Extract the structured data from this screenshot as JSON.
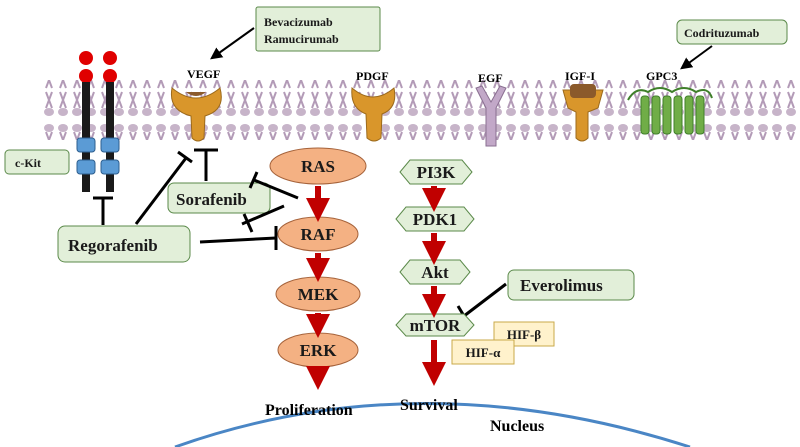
{
  "drugs": {
    "bevacizumab_ramucirumab": [
      "Bevacizumab",
      "Ramucirumab"
    ],
    "codrituzumab": "Codrituzumab",
    "ckit": "c-Kit",
    "sorafenib": "Sorafenib",
    "regorafenib": "Regorafenib",
    "everolimus": "Everolimus"
  },
  "receptors": {
    "vegf": "VEGF",
    "pdgf": "PDGF",
    "egf": "EGF",
    "igf": "IGF-I",
    "gpc3": "GPC3"
  },
  "mapk_pathway": [
    "RAS",
    "RAF",
    "MEK",
    "ERK"
  ],
  "pi3k_pathway": [
    "PI3K",
    "PDK1",
    "Akt",
    "mTOR"
  ],
  "hif": {
    "alpha": "HIF-α",
    "beta": "HIF-β"
  },
  "outcomes": {
    "proliferation": "Proliferation",
    "survival": "Survival",
    "nucleus": "Nucleus"
  },
  "colors": {
    "drug_box_fill": "#e2efd9",
    "drug_box_stroke": "#5b8a4a",
    "mapk_fill": "#f4b183",
    "mapk_stroke": "#a5623a",
    "pi3k_fill": "#e2efd9",
    "hif_fill": "#fff2cc",
    "arrow": "#c00000",
    "membrane_head": "#c7b4c9",
    "receptor_orange": "#d9962b",
    "egf_receptor": "#c2a8c8",
    "gpc3_green": "#70ad47",
    "nucleus_line": "#4a86c5"
  }
}
